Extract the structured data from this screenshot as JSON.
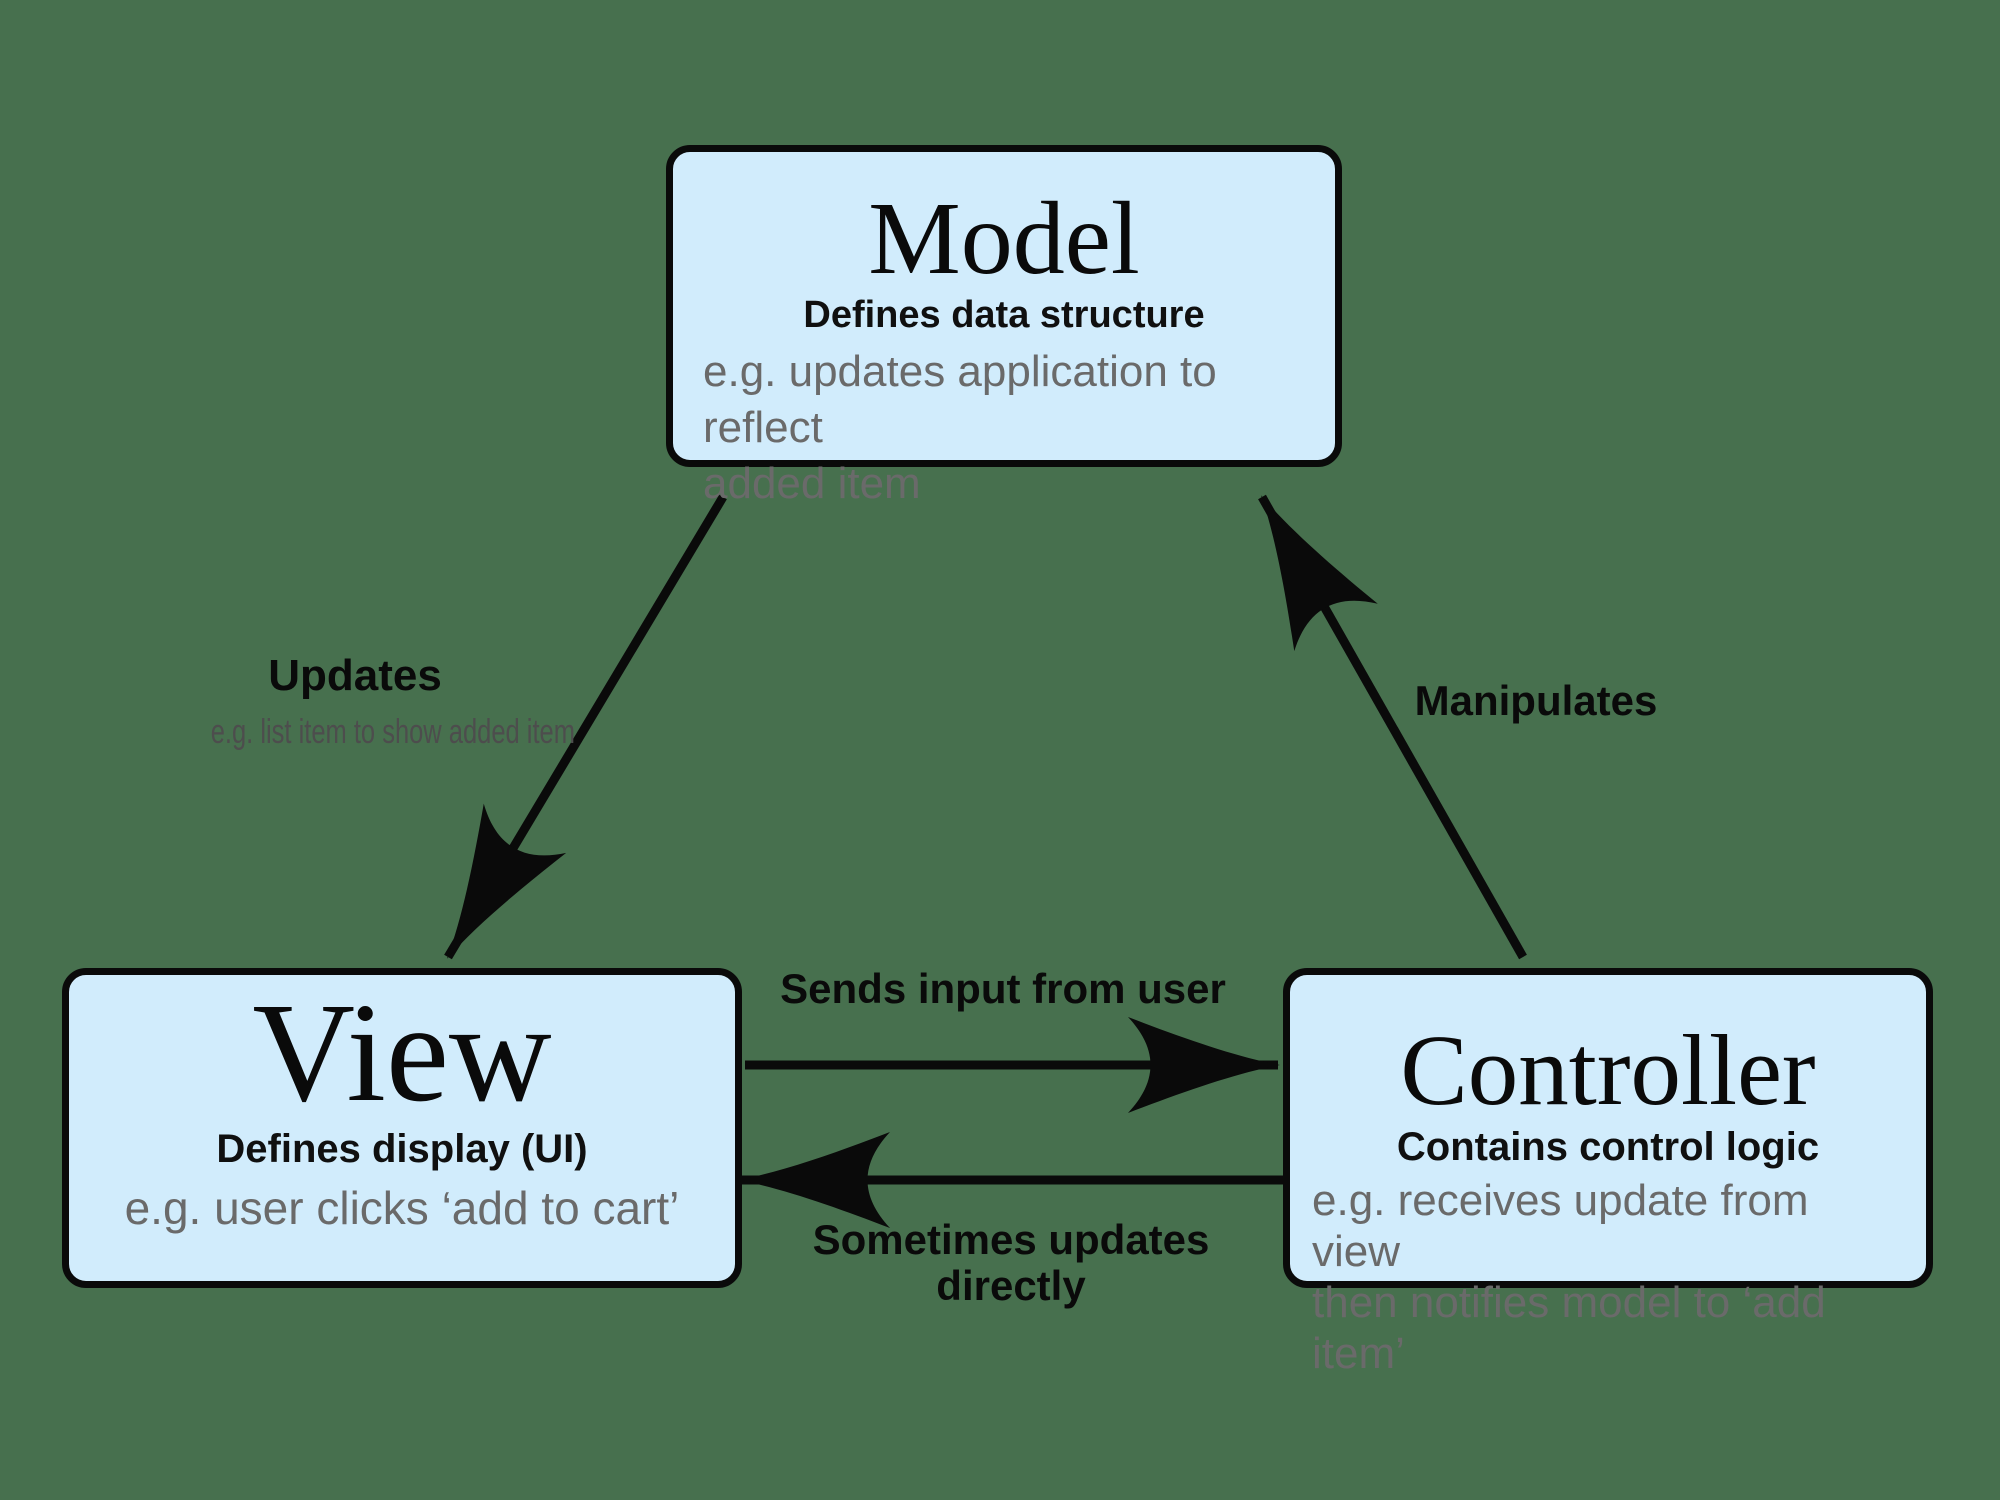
{
  "diagram": {
    "name": "Model-View-Controller pattern",
    "colors": {
      "background": "#47704E",
      "box_fill": "#D1ECFC",
      "box_border": "#0A0A0A",
      "title_text": "#0A0A0A",
      "example_text": "#6A6A6A",
      "arrow": "#0A0A0A"
    }
  },
  "boxes": {
    "model": {
      "title": "Model",
      "subtitle": "Defines data structure",
      "example_lines": [
        "e.g. updates application to reflect",
        "added item"
      ]
    },
    "view": {
      "title": "View",
      "subtitle": "Defines display (UI)",
      "example_lines": [
        "e.g. user clicks ‘add to cart’"
      ]
    },
    "controller": {
      "title": "Controller",
      "subtitle": "Contains control logic",
      "example_lines": [
        "e.g. receives update from view",
        "then notifies model to ‘add item’"
      ]
    }
  },
  "arrows": {
    "updates": {
      "label": "Updates",
      "sublabel": "e.g. list item to show added item",
      "from": "Model",
      "to": "View"
    },
    "manipulates": {
      "label": "Manipulates",
      "from": "Controller",
      "to": "Model"
    },
    "sends_input": {
      "label": "Sends input from user",
      "from": "View",
      "to": "Controller"
    },
    "sometimes_updates": {
      "label": "Sometimes updates directly",
      "from": "Controller",
      "to": "View"
    }
  }
}
